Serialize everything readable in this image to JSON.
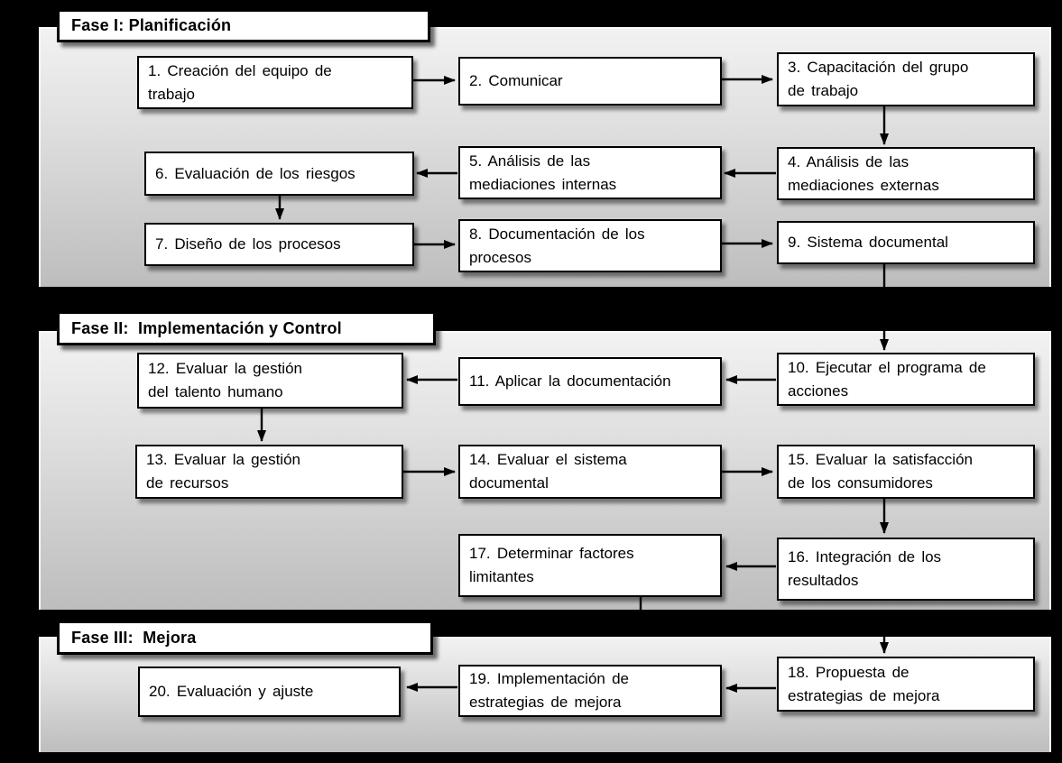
{
  "diagram": {
    "phases": [
      {
        "title": "Fase I: Planificación",
        "steps": [
          {
            "n": 1,
            "lines": [
              "1. Creación del equipo de",
              "trabajo"
            ]
          },
          {
            "n": 2,
            "lines": [
              "2. Comunicar"
            ]
          },
          {
            "n": 3,
            "lines": [
              "3. Capacitación del grupo",
              "de trabajo"
            ]
          },
          {
            "n": 4,
            "lines": [
              "4. Análisis de las",
              "mediaciones externas"
            ]
          },
          {
            "n": 5,
            "lines": [
              "5. Análisis de las",
              "mediaciones internas"
            ]
          },
          {
            "n": 6,
            "lines": [
              "6. Evaluación de los riesgos"
            ]
          },
          {
            "n": 7,
            "lines": [
              "7. Diseño de los procesos"
            ]
          },
          {
            "n": 8,
            "lines": [
              "8. Documentación de los",
              "procesos"
            ]
          },
          {
            "n": 9,
            "lines": [
              "9. Sistema documental"
            ]
          }
        ]
      },
      {
        "title": "Fase II:  Implementación y Control",
        "steps": [
          {
            "n": 10,
            "lines": [
              "10. Ejecutar el programa de",
              "acciones"
            ]
          },
          {
            "n": 11,
            "lines": [
              "11. Aplicar la documentación"
            ]
          },
          {
            "n": 12,
            "lines": [
              "12. Evaluar la gestión",
              "del talento humano"
            ]
          },
          {
            "n": 13,
            "lines": [
              "13. Evaluar la gestión",
              "de recursos"
            ]
          },
          {
            "n": 14,
            "lines": [
              "14. Evaluar el sistema",
              "documental"
            ]
          },
          {
            "n": 15,
            "lines": [
              "15. Evaluar la satisfacción",
              "de los consumidores"
            ]
          },
          {
            "n": 16,
            "lines": [
              "16. Integración de los",
              "resultados"
            ]
          },
          {
            "n": 17,
            "lines": [
              "17. Determinar factores",
              "limitantes"
            ]
          }
        ]
      },
      {
        "title": "Fase III:  Mejora",
        "steps": [
          {
            "n": 18,
            "lines": [
              "18. Propuesta de",
              "estrategias de mejora"
            ]
          },
          {
            "n": 19,
            "lines": [
              "19. Implementación de",
              "estrategias de mejora"
            ]
          },
          {
            "n": 20,
            "lines": [
              "20. Evaluación y ajuste"
            ]
          }
        ]
      }
    ],
    "connections": [
      {
        "from": 1,
        "to": 2
      },
      {
        "from": 2,
        "to": 3
      },
      {
        "from": 3,
        "to": 4
      },
      {
        "from": 4,
        "to": 5
      },
      {
        "from": 5,
        "to": 6
      },
      {
        "from": 6,
        "to": 7
      },
      {
        "from": 7,
        "to": 8
      },
      {
        "from": 8,
        "to": 9
      },
      {
        "from": 9,
        "to": 10
      },
      {
        "from": 10,
        "to": 11
      },
      {
        "from": 11,
        "to": 12
      },
      {
        "from": 12,
        "to": 13
      },
      {
        "from": 13,
        "to": 14
      },
      {
        "from": 14,
        "to": 15
      },
      {
        "from": 15,
        "to": 16
      },
      {
        "from": 16,
        "to": 17
      },
      {
        "from": 17,
        "to": 18
      },
      {
        "from": 18,
        "to": 19
      },
      {
        "from": 19,
        "to": 20
      }
    ],
    "colors": {
      "background": "#000000",
      "panel_gradient_top": "#f2f2f2",
      "panel_gradient_bottom": "#bdbdbd",
      "panel_border": "#fafafa",
      "box_fill": "#ffffff",
      "box_border": "#000000",
      "text": "#000000",
      "arrow": "#000000"
    }
  }
}
